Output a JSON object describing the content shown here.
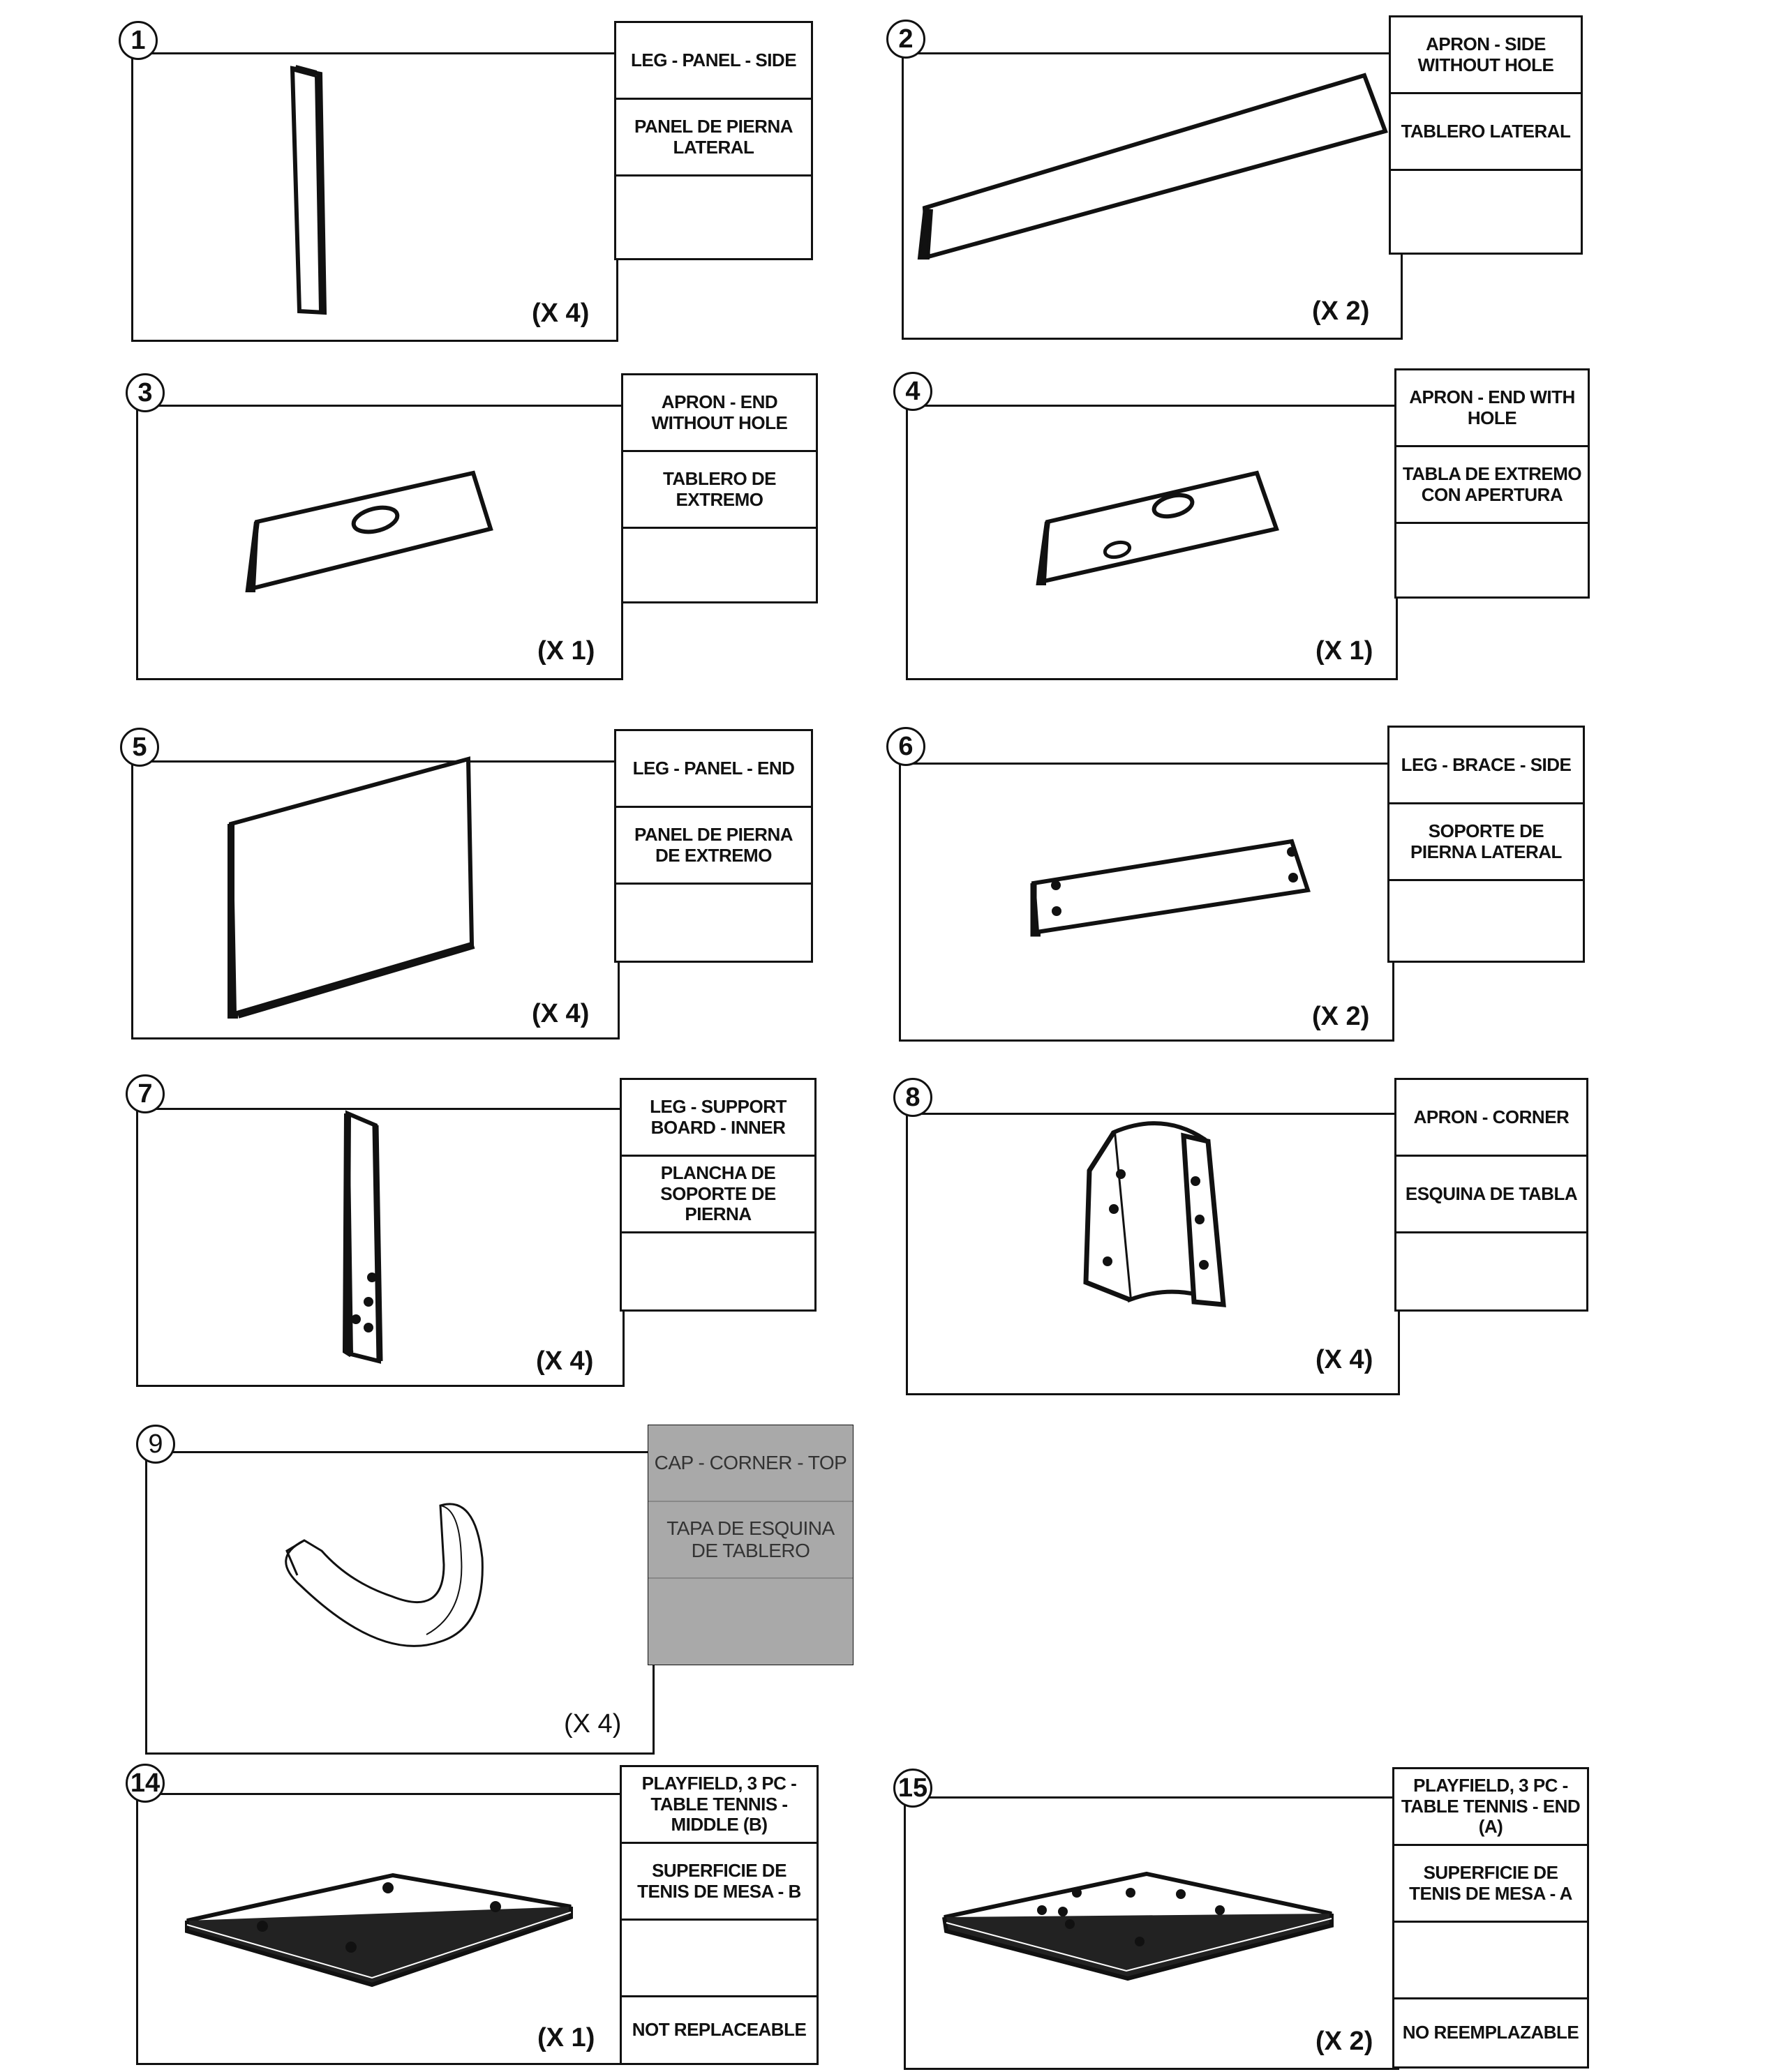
{
  "parts": [
    {
      "number": "1",
      "quantity": "(X 4)",
      "labels": [
        "LEG - PANEL - SIDE",
        "PANEL DE PIERNA LATERAL",
        ""
      ]
    },
    {
      "number": "2",
      "quantity": "(X 2)",
      "labels": [
        "APRON - SIDE WITHOUT HOLE",
        "TABLERO LATERAL",
        ""
      ]
    },
    {
      "number": "3",
      "quantity": "(X 1)",
      "labels": [
        "APRON - END WITHOUT HOLE",
        "TABLERO DE EXTREMO",
        ""
      ]
    },
    {
      "number": "4",
      "quantity": "(X 1)",
      "labels": [
        "APRON - END WITH HOLE",
        "TABLA DE EXTREMO CON APERTURA",
        ""
      ]
    },
    {
      "number": "5",
      "quantity": "(X 4)",
      "labels": [
        "LEG - PANEL - END",
        "PANEL DE PIERNA DE EXTREMO",
        ""
      ]
    },
    {
      "number": "6",
      "quantity": "(X 2)",
      "labels": [
        "LEG - BRACE - SIDE",
        "SOPORTE DE PIERNA LATERAL",
        ""
      ]
    },
    {
      "number": "7",
      "quantity": "(X 4)",
      "labels": [
        "LEG - SUPPORT BOARD - INNER",
        "PLANCHA DE SOPORTE DE PIERNA",
        ""
      ]
    },
    {
      "number": "8",
      "quantity": "(X 4)",
      "labels": [
        "APRON - CORNER",
        "ESQUINA DE TABLA",
        ""
      ]
    },
    {
      "number": "9",
      "quantity": "(X 4)",
      "labels": [
        "CAP - CORNER - TOP",
        "TAPA DE ESQUINA DE TABLERO",
        ""
      ]
    },
    {
      "number": "14",
      "quantity": "(X 1)",
      "labels": [
        "PLAYFIELD, 3 PC - TABLE TENNIS - MIDDLE (B)",
        "SUPERFICIE DE TENIS DE MESA - B",
        "",
        "NOT REPLACEABLE"
      ]
    },
    {
      "number": "15",
      "quantity": "(X 2)",
      "labels": [
        "PLAYFIELD, 3 PC - TABLE TENNIS - END (A)",
        "SUPERFICIE DE TENIS DE MESA - A",
        "",
        "NO REEMPLAZABLE"
      ]
    }
  ]
}
